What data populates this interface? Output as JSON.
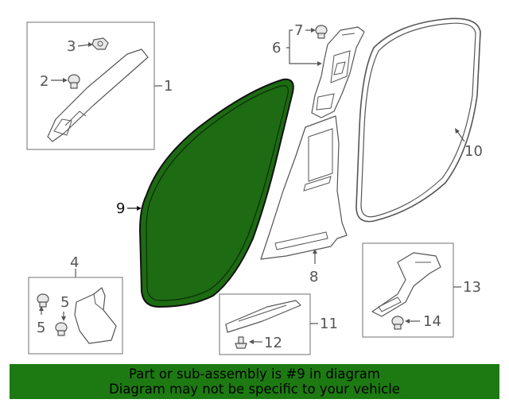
{
  "diagram": {
    "callouts": {
      "c1": "1",
      "c2": "2",
      "c3": "3",
      "c4": "4",
      "c5a": "5",
      "c5b": "5",
      "c6": "6",
      "c7": "7",
      "c8": "8",
      "c9": "9",
      "c10": "10",
      "c11": "11",
      "c12": "12",
      "c13": "13",
      "c14": "14"
    },
    "highlight_color": "#1d6b12",
    "highlighted_part": "9"
  },
  "banner": {
    "line1": "Part or sub-assembly is #9 in diagram",
    "line2": "Diagram may not be specific to your vehicle",
    "background": "#1d7a12"
  }
}
